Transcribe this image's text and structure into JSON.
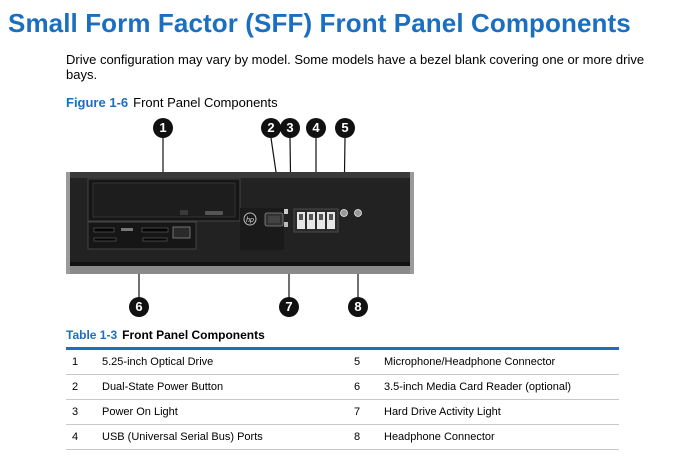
{
  "header": {
    "title": "Small Form Factor (SFF) Front Panel Components",
    "intro": "Drive configuration may vary by model. Some models have a bezel blank covering one or more drive bays."
  },
  "figure": {
    "number": "Figure 1-6",
    "caption": "Front Panel Components",
    "callouts": [
      "1",
      "2",
      "3",
      "4",
      "5",
      "6",
      "7",
      "8"
    ],
    "brand_logo": "hp"
  },
  "table": {
    "number": "Table 1-3",
    "caption": "Front Panel Components",
    "rows": [
      {
        "num1": "1",
        "label1": "5.25-inch Optical Drive",
        "num2": "5",
        "label2": "Microphone/Headphone Connector"
      },
      {
        "num1": "2",
        "label1": "Dual-State Power Button",
        "num2": "6",
        "label2": "3.5-inch Media Card Reader (optional)"
      },
      {
        "num1": "3",
        "label1": "Power On Light",
        "num2": "7",
        "label2": "Hard Drive Activity Light"
      },
      {
        "num1": "4",
        "label1": "USB (Universal Serial Bus) Ports",
        "num2": "8",
        "label2": "Headphone Connector"
      }
    ]
  },
  "colors": {
    "accent": "#1b6fc0",
    "callout": "#111111"
  }
}
